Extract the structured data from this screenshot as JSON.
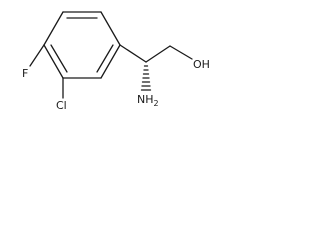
{
  "molecule": {
    "atoms": {
      "fluorine": "F",
      "chlorine": "Cl",
      "hydroxyl": "OH",
      "amine": "NH",
      "amine_subscript": "2"
    }
  }
}
